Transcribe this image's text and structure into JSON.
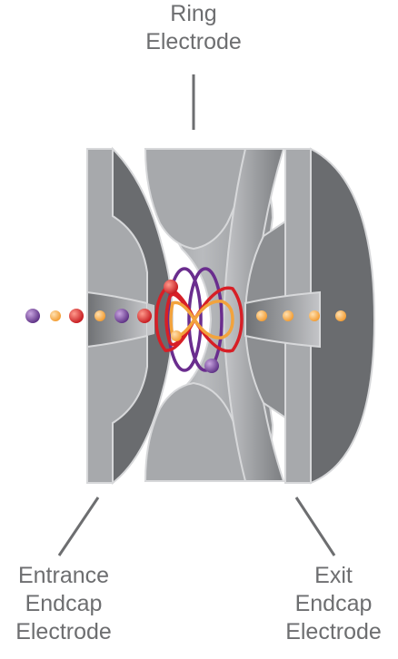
{
  "labels": {
    "ring": [
      "Ring",
      "Electrode"
    ],
    "entrance": [
      "Entrance",
      "Endcap",
      "Electrode"
    ],
    "exit": [
      "Exit",
      "Endcap",
      "Electrode"
    ]
  },
  "colors": {
    "label_text": "#6d6e70",
    "leader_line": "#6d6e70",
    "electrode_light": "#a7a9ac",
    "electrode_mid": "#8c8e91",
    "electrode_dark": "#6a6c6f",
    "electrode_edge": "#d7d8da",
    "ion_purple": "#6b3b8f",
    "ion_red": "#d71f26",
    "ion_orange": "#f5a742",
    "orbit_purple": "#6a2d8e",
    "orbit_red": "#d71f26",
    "orbit_orange": "#f3a33c"
  }
}
